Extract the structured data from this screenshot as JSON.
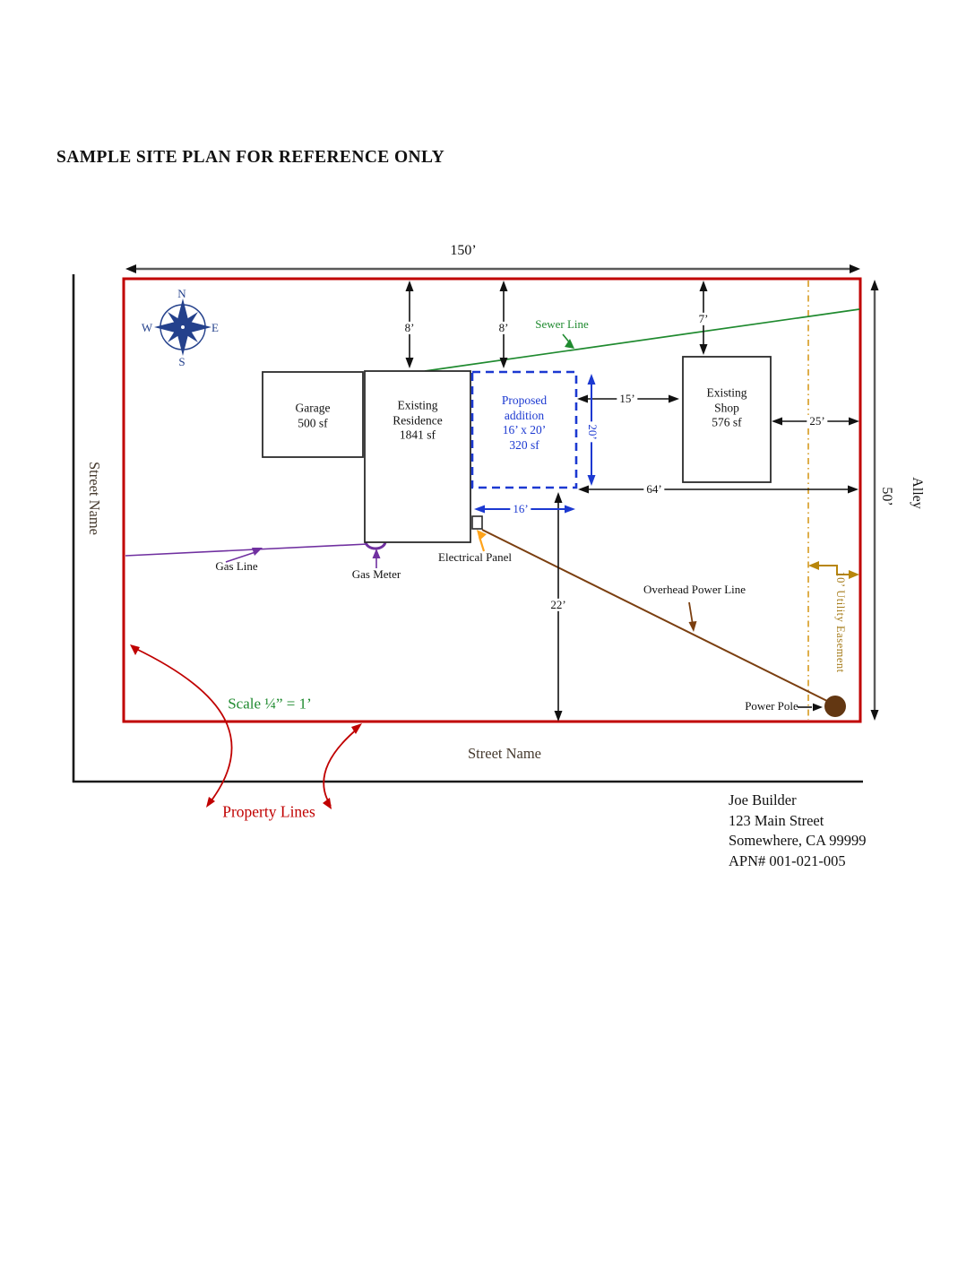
{
  "title": "SAMPLE SITE PLAN FOR REFERENCE ONLY",
  "compass": {
    "north": "N",
    "south": "S",
    "east": "E",
    "west": "W"
  },
  "property": {
    "width_label": "150’",
    "depth_label": "50’",
    "street_left": "Street Name",
    "street_bottom": "Street Name",
    "alley": "Alley",
    "property_lines_label": "Property Lines",
    "scale_note": "Scale ¼” = 1’"
  },
  "buildings": {
    "garage": [
      "Garage",
      "500 sf"
    ],
    "residence": [
      "Existing",
      "Residence",
      "1841 sf"
    ],
    "addition": [
      "Proposed",
      "addition",
      "16’ x 20’",
      "320 sf"
    ],
    "shop": [
      "Existing",
      "Shop",
      "576 sf"
    ]
  },
  "setbacks": {
    "residence_front": "8’",
    "addition_front": "8’",
    "shop_front": "7’",
    "addition_to_shop": "15’",
    "shop_to_alley": "25’",
    "addition_to_alley": "64’",
    "panel_to_rear": "22’",
    "addition_width": "16’",
    "addition_depth": "20’"
  },
  "utilities": {
    "sewer_line": "Sewer Line",
    "gas_line": "Gas Line",
    "gas_meter": "Gas Meter",
    "electrical_panel": "Electrical Panel",
    "overhead_power_line": "Overhead Power Line",
    "power_pole": "Power Pole",
    "utility_easement": "10’ Utility Easement"
  },
  "owner": [
    "Joe Builder",
    "123 Main Street",
    "Somewhere, CA 99999",
    "APN# 001-021-005"
  ],
  "colors": {
    "property_line": "#c00000",
    "proposed_blue": "#1c39d1",
    "sewer_green": "#1f8a2f",
    "gas_purple": "#7030a0",
    "power_brown": "#7b3f10",
    "easement_gold": "#c8931c",
    "panel_arrow_orange": "#ffa31a",
    "compass_navy": "#24418c",
    "dim_gray": "#5a5a5a"
  }
}
